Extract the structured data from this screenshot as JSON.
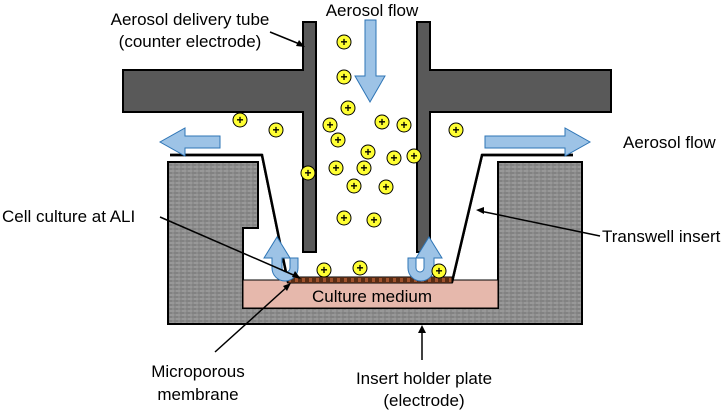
{
  "labels": {
    "delivery_tube": [
      "Aerosol delivery tube",
      "(counter electrode)"
    ],
    "aerosol_flow_top": "Aerosol flow",
    "aerosol_flow_right": "Aerosol flow",
    "cell_culture": "Cell culture at ALI",
    "transwell": "Transwell insert",
    "culture_medium": "Culture medium",
    "membrane": [
      "Microporous",
      "membrane"
    ],
    "holder": [
      "Insert holder plate",
      "(electrode)"
    ]
  },
  "particle_symbol": "+",
  "colors": {
    "tube": "#595959",
    "holder": "#8c8c8c",
    "medium": "#e6b8ac",
    "arrow": "#9dc3e6",
    "particle": "#ffff33",
    "cells": "#a0522d"
  }
}
